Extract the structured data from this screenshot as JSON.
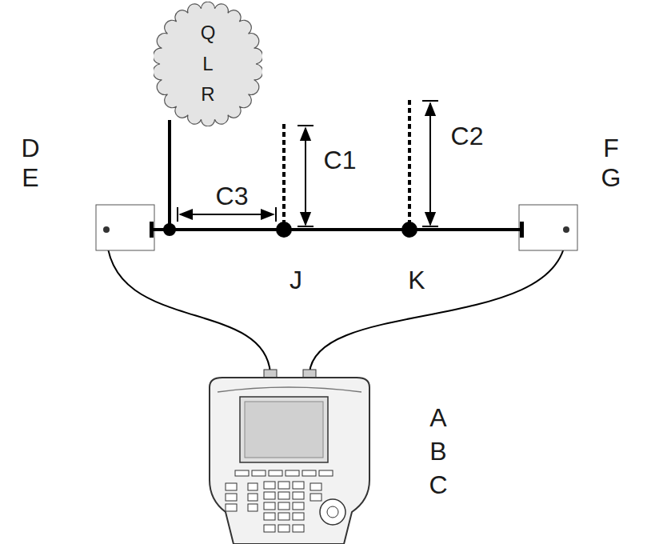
{
  "diagram": {
    "nodes": [
      {
        "text": [
          "Q L R"
        ]
      }
    ],
    "labels": [
      "D",
      "E",
      "F",
      "G",
      "A",
      "B",
      "C",
      "C1",
      "C2",
      "C3",
      "J",
      "K"
    ]
  }
}
